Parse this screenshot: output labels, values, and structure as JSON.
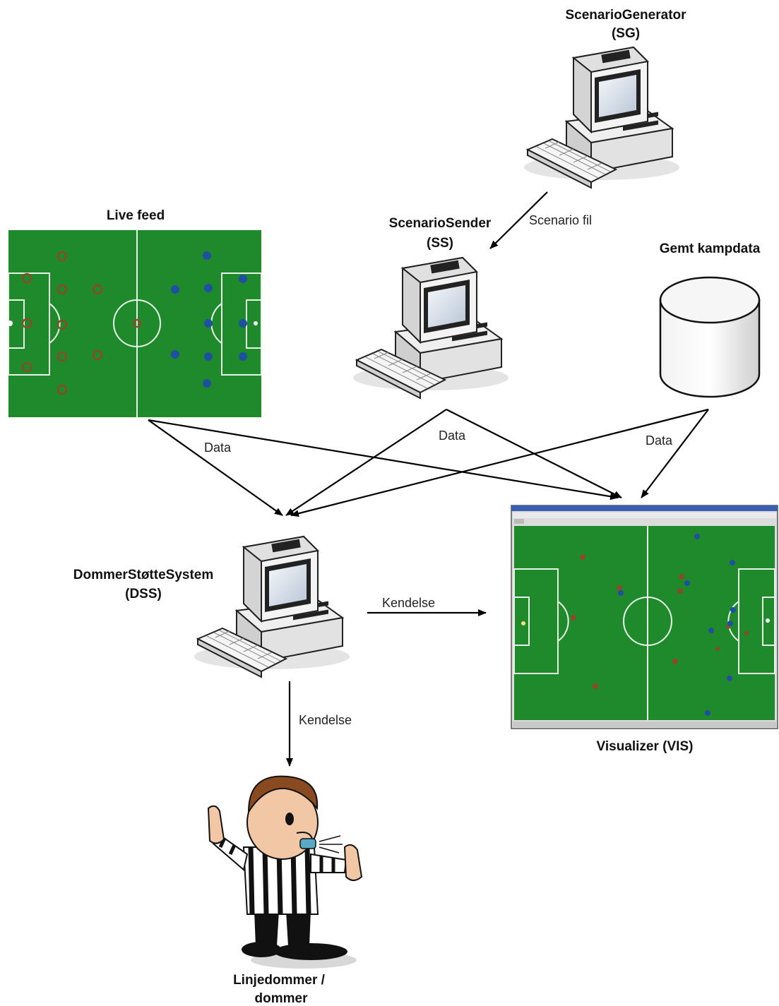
{
  "nodes": {
    "sg": {
      "line1": "ScenarioGenerator",
      "line2": "(SG)"
    },
    "ss": {
      "line1": "ScenarioSender",
      "line2": "(SS)"
    },
    "live": {
      "label": "Live feed"
    },
    "db": {
      "label": "Gemt kampdata"
    },
    "dss": {
      "line1": "DommerStøtteSystem",
      "line2": "(DSS)"
    },
    "vis": {
      "label": "Visualizer (VIS)"
    },
    "ref": {
      "line1": "Linjedommer /",
      "line2": "dommer"
    }
  },
  "edges": {
    "sg_ss": "Scenario fil",
    "live_data": "Data",
    "ss_data": "Data",
    "db_data": "Data",
    "dss_vis": "Kendelse",
    "dss_ref": "Kendelse"
  },
  "colors": {
    "pitch": "#1f8a2c",
    "pitch_line": "#e8f4e8",
    "team_home": "#8b4a2a",
    "team_away": "#1f4fa0",
    "arrow": "#000000"
  }
}
